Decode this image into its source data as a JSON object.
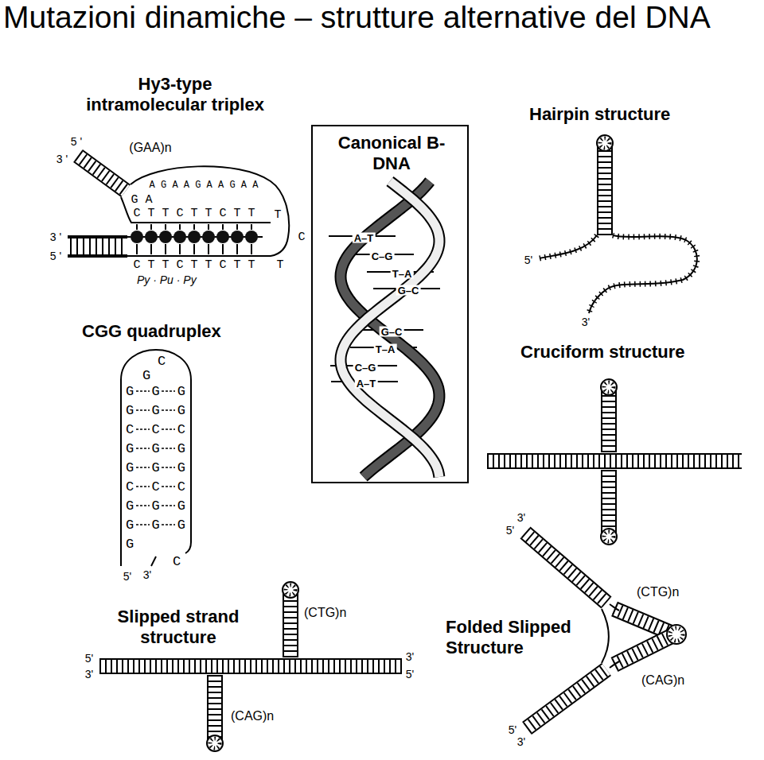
{
  "diagram": {
    "title": "Mutazioni dinamiche – strutture alternative del DNA",
    "nodes": [
      {
        "text": [
          "Canonical B-DNA",
          "A–T",
          "C–G",
          "T–A",
          "G–C",
          "G–C",
          "T–A",
          "C–G",
          "A–T"
        ]
      }
    ],
    "labels": [
      "Hy3-type intramolecular triplex",
      "5 '",
      "3 '",
      "(GAA)n",
      "A G A A G A A G A A",
      "G A",
      "C T T C T T C T T",
      "T",
      "3 '",
      "C",
      "5 '",
      "C T T C T T C T T",
      "T",
      "Py · Pu · Py",
      "Hairpin structure",
      "5'",
      "3'",
      "CGG quadruplex",
      "C",
      "G",
      "G G G",
      "G G G",
      "C C C",
      "G G G",
      "G G G",
      "C C C",
      "G G G",
      "G G G",
      "G",
      "C",
      "5'",
      "3'",
      "Cruciform structure",
      "Slipped strand structure",
      "(CTG)n",
      "5'",
      "3'",
      "3'",
      "5'",
      "(CAG)n",
      "Folded Slipped Structure",
      "3'",
      "5'",
      "(CTG)n",
      "(CAG)n",
      "5'",
      "3'"
    ]
  }
}
